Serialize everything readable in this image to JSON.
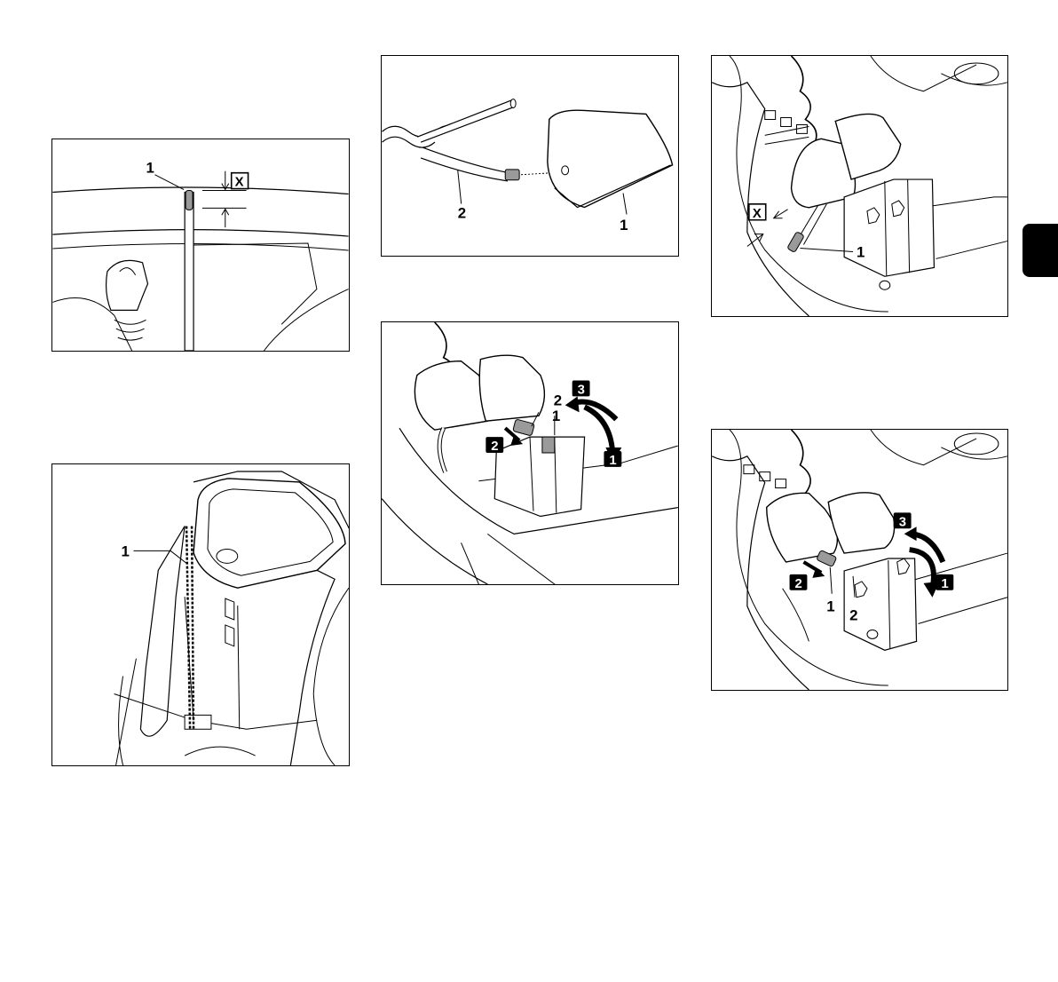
{
  "figures": {
    "fig1": {
      "callout_1": "1",
      "dimension": "X"
    },
    "fig2": {
      "callout_1": "1"
    },
    "fig3": {
      "callout_1": "1",
      "callout_2": "2"
    },
    "fig4": {
      "callout_1": "1",
      "callout_2": "2",
      "step_1": "1",
      "step_2": "2",
      "step_3": "3"
    },
    "fig5": {
      "callout_1": "1",
      "dimension": "X"
    },
    "fig6": {
      "callout_1": "1",
      "callout_2": "2",
      "step_1": "1",
      "step_2": "2",
      "step_3": "3"
    }
  },
  "colors": {
    "line": "#000000",
    "tab": "#000000",
    "background": "#ffffff"
  }
}
